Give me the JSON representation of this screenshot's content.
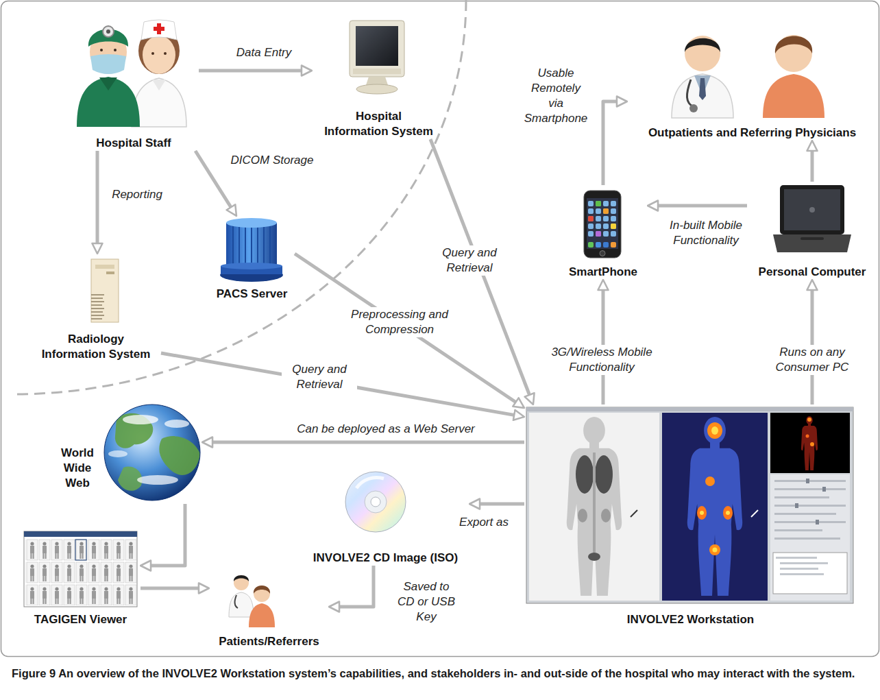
{
  "diagram": {
    "caption": "Figure 9 An overview of the INVOLVE2 Workstation system’s capabilities, and stakeholders in- and out-side of the hospital who may interact with the system.",
    "nodes": [
      {
        "text": [
          "Hospital Staff"
        ]
      },
      {
        "text": [
          "Hospital Information System"
        ]
      },
      {
        "text": [
          "Outpatients and Referring Physicians"
        ]
      },
      {
        "text": [
          "SmartPhone"
        ]
      },
      {
        "text": [
          "Personal Computer"
        ]
      },
      {
        "text": [
          "PACS Server"
        ]
      },
      {
        "text": [
          "Radiology Information System"
        ]
      },
      {
        "text": [
          "World Wide Web"
        ]
      },
      {
        "text": [
          "INVOLVE2 CD Image (ISO)"
        ]
      },
      {
        "text": [
          "INVOLVE2 Workstation"
        ]
      },
      {
        "text": [
          "TAGIGEN Viewer"
        ]
      },
      {
        "text": [
          "Patients/Referrers"
        ]
      }
    ],
    "edges": [
      {
        "from": 0,
        "to": 1,
        "arrow": "to",
        "label": "Data Entry"
      },
      {
        "from": 0,
        "to": 5,
        "arrow": "to",
        "label": "DICOM Storage"
      },
      {
        "from": 0,
        "to": 6,
        "arrow": "to",
        "label": "Reporting"
      },
      {
        "from": 1,
        "to": 9,
        "arrow": "to",
        "label": "Query and Retrieval"
      },
      {
        "from": 5,
        "to": 9,
        "arrow": "to",
        "label": "Preprocessing and Compression"
      },
      {
        "from": 6,
        "to": 9,
        "arrow": "to",
        "label": "Query and Retrieval"
      },
      {
        "from": 9,
        "to": 3,
        "arrow": "to",
        "label": "3G/Wireless Mobile Functionality"
      },
      {
        "from": 9,
        "to": 4,
        "arrow": "to",
        "label": "Runs on any Consumer PC"
      },
      {
        "from": 4,
        "to": 3,
        "arrow": "to",
        "label": "In-built Mobile Functionality"
      },
      {
        "from": 3,
        "to": 2,
        "arrow": "to",
        "label": "Usable Remotely via Smartphone"
      },
      {
        "from": 4,
        "to": 2,
        "arrow": "to"
      },
      {
        "from": 9,
        "to": 7,
        "arrow": "to",
        "label": "Can be deployed as a Web Server"
      },
      {
        "from": 9,
        "to": 8,
        "arrow": "to",
        "label": "Export as"
      },
      {
        "from": 8,
        "to": 11,
        "arrow": "to",
        "label": "Saved to CD or USB Key"
      },
      {
        "from": 7,
        "to": 10,
        "arrow": "to"
      },
      {
        "from": 10,
        "to": 11,
        "arrow": "to"
      }
    ]
  }
}
